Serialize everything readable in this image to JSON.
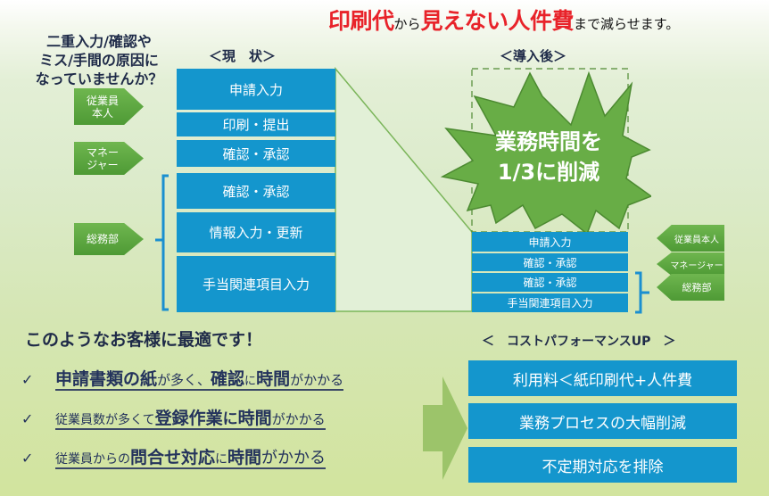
{
  "headline": {
    "part1": "印刷代",
    "part2": "から",
    "part3": "見えない人件費",
    "part4": "まで減らせます。"
  },
  "question": {
    "line1": "二重入力/確認や",
    "line2": "ミス/手間の原因に",
    "line3": "なっていませんか？"
  },
  "current": {
    "label": "＜現　状＞",
    "steps": [
      "申請入力",
      "印刷・提出",
      "確認・承認",
      "確認・承認",
      "情報入力・更新",
      "手当関連項目入力"
    ],
    "roles": [
      {
        "line1": "従業員",
        "line2": "本人"
      },
      {
        "line1": "マネー",
        "line2": "ジャー"
      },
      {
        "line1": "総務部",
        "line2": ""
      }
    ]
  },
  "after": {
    "label": "＜導入後＞",
    "burst_line1": "業務時間を",
    "burst_line2": "1/3に削減",
    "steps": [
      "申請入力",
      "確認・承認",
      "確認・承認",
      "手当関連項目入力"
    ],
    "roles": [
      "従業員本人",
      "マネージャー",
      "総務部"
    ]
  },
  "customers": {
    "title": "このようなお客様に最適です！",
    "check_icon": "✓",
    "items": [
      [
        {
          "t": "申請書類の紙",
          "b": true,
          "s": 19
        },
        {
          "t": "が多く、",
          "b": false,
          "s": 15
        },
        {
          "t": "確認",
          "b": true,
          "s": 19
        },
        {
          "t": "に",
          "b": false,
          "s": 13
        },
        {
          "t": "時間",
          "b": true,
          "s": 19
        },
        {
          "t": "がかかる",
          "b": false,
          "s": 15
        }
      ],
      [
        {
          "t": "従業員数が多くて",
          "b": false,
          "s": 14
        },
        {
          "t": "登録作業",
          "b": true,
          "s": 19
        },
        {
          "t": "に",
          "b": true,
          "s": 17
        },
        {
          "t": "時間",
          "b": true,
          "s": 19
        },
        {
          "t": "がかかる",
          "b": false,
          "s": 15
        }
      ],
      [
        {
          "t": "従業員からの",
          "b": false,
          "s": 14
        },
        {
          "t": "問合せ対応",
          "b": true,
          "s": 19
        },
        {
          "t": "に",
          "b": false,
          "s": 14
        },
        {
          "t": "時間",
          "b": true,
          "s": 19
        },
        {
          "t": "がかかる",
          "b": false,
          "s": 18
        }
      ]
    ]
  },
  "benefits": {
    "label": "＜　コストパフォーマンスUP　＞",
    "items": [
      "利用料＜紙印刷代+人件費",
      "業務プロセスの大幅削減",
      "不定期対応を排除"
    ]
  },
  "colors": {
    "accent_blue": "#1496cd",
    "accent_green": "#5ea83f",
    "headline_red": "#e8232a",
    "navy_text": "#1e2a48"
  }
}
